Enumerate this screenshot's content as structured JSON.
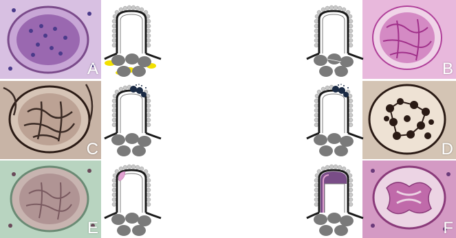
{
  "panels": [
    {
      "letter": "A",
      "stain": "PAS",
      "tissue_color": "#8a4aa0",
      "bg_color": "#d8c0e2"
    },
    {
      "letter": "B",
      "stain": "PAS",
      "tissue_color": "#b0409a",
      "bg_color": "#e8b8dc"
    },
    {
      "letter": "C",
      "stain": "silver",
      "tissue_color": "#3a2a24",
      "bg_color": "#c8b4a6"
    },
    {
      "letter": "D",
      "stain": "silver",
      "tissue_color": "#2a1a14",
      "bg_color": "#d4c4b4"
    },
    {
      "letter": "E",
      "stain": "H&E",
      "tissue_color": "#9a7478",
      "bg_color": "#b8d4c0"
    },
    {
      "letter": "F",
      "stain": "PAS",
      "tissue_color": "#a0508e",
      "bg_color": "#d49ac4"
    }
  ],
  "colors": {
    "cell_gray": "#7a7a7a",
    "outline": "#1a1a1a",
    "yellow_deposit": "#f2e000",
    "navy_deposit": "#1a2a44",
    "pink_deposit": "#e0a0d0",
    "purple_deposit": "#6a3a7a",
    "podocyte_dot": "#b0b0b0"
  }
}
